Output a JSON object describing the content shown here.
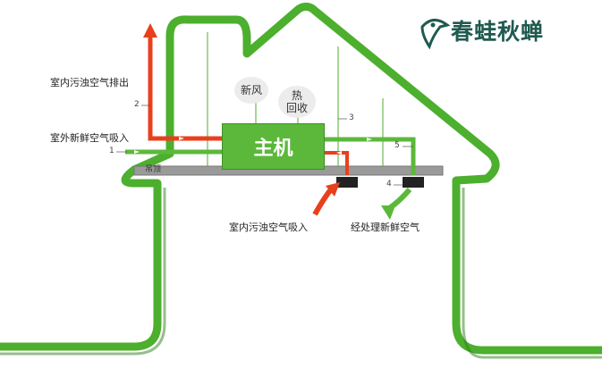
{
  "brand": {
    "name": "春蛙秋蝉",
    "color": "#1f5a50"
  },
  "host_label": "主机",
  "fresh_air_bubble": "新风",
  "heat_recovery_bubble": {
    "line1": "热",
    "line2": "回收"
  },
  "ceiling_label": "吊顶",
  "labels": {
    "exhaust_out": "室内污浊空气排出",
    "fresh_in": "室外新鲜空气吸入",
    "indoor_dirty_in": "室内污浊空气吸入",
    "processed_fresh": "经处理新鲜空气"
  },
  "numbers": {
    "n1": "1",
    "n2": "2",
    "n3": "3",
    "n4": "4",
    "n5": "5"
  },
  "colors": {
    "house_green": "#4caf2e",
    "exhaust_red": "#e8401c",
    "fresh_green": "#5cb83a",
    "ceiling_gray": "#9a9a9a"
  }
}
